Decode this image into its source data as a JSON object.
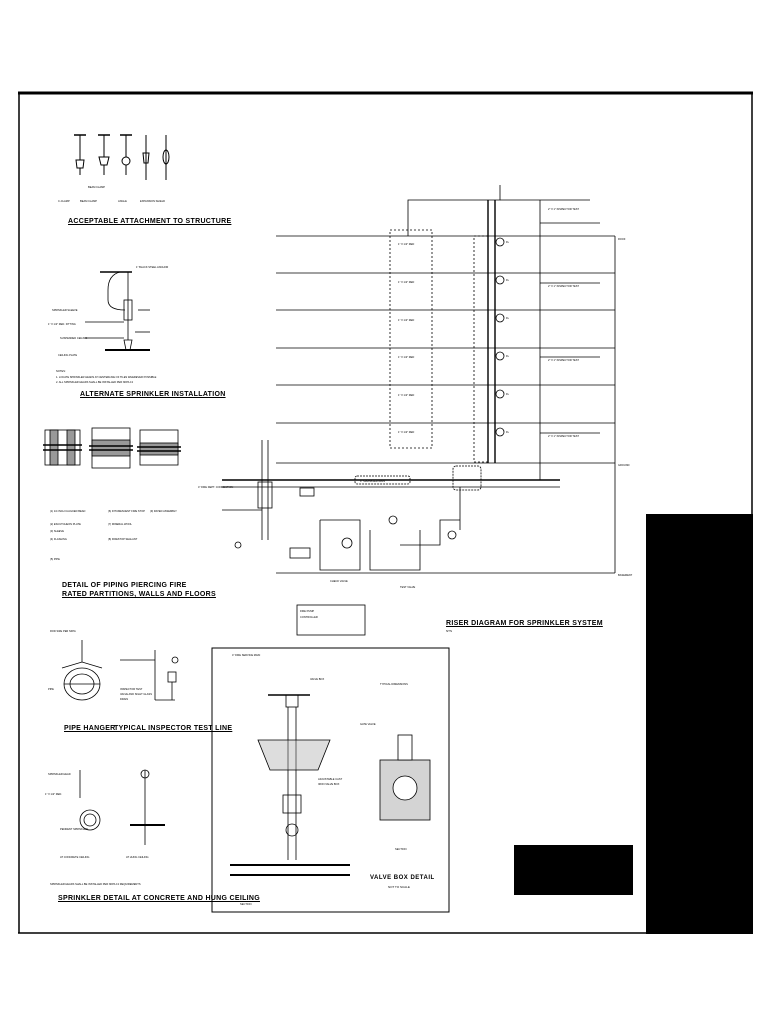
{
  "titles": {
    "attachment": "ACCEPTABLE ATTACHMENT TO STRUCTURE",
    "alternate": "ALTERNATE SPRINKLER INSTALLATION",
    "piercing_line1": "DETAIL OF PIPING PIERCING FIRE",
    "piercing_line2": "RATED PARTITIONS, WALLS AND FLOORS",
    "hanger": "PIPE HANGER",
    "inspector": "TYPICAL INSPECTOR TEST LINE",
    "concrete": "SPRINKLER DETAIL AT CONCRETE AND HUNG CEILING",
    "riser": "RISER DIAGRAM FOR SPRINKLER SYSTEM",
    "valve_box": "VALVE BOX DETAIL",
    "valve_box_scale": "NOT TO SCALE",
    "nts": "NTS"
  }
}
